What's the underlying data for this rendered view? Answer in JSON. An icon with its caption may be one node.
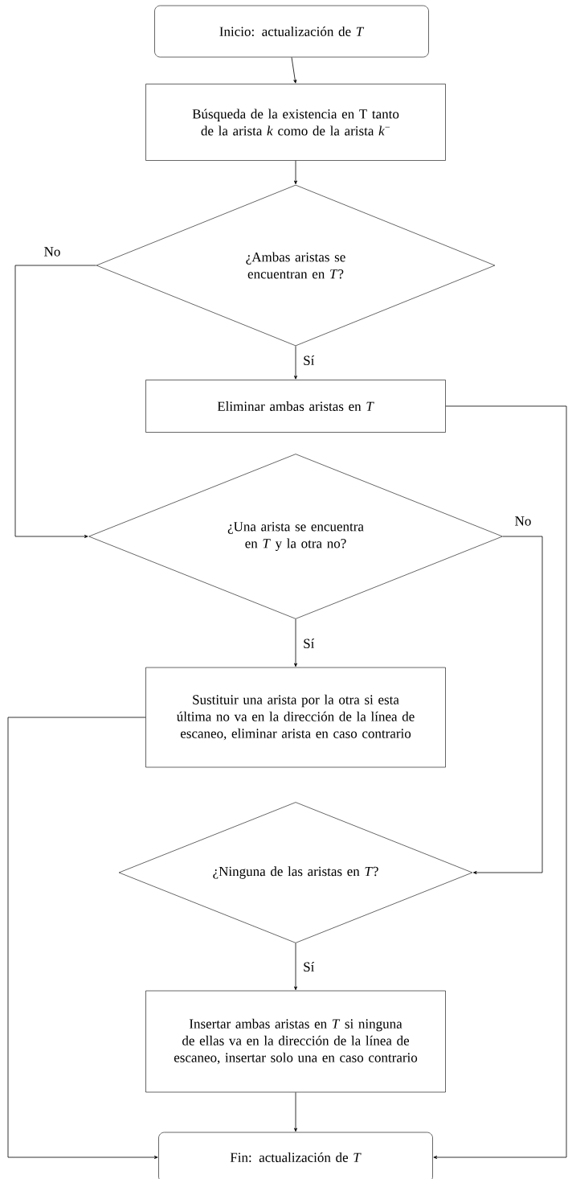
{
  "diagram": {
    "nodes": [
      {
        "text": [
          "Inicio: actualización de *T*"
        ]
      },
      {
        "text": [
          "Búsqueda de la existencia en T tanto de la arista *k* como de la arista *k*$^{−}$"
        ]
      },
      {
        "text": [
          "¿Ambas aristas se encuentran en *T*?"
        ]
      },
      {
        "text": [
          "Eliminar ambas aristas en *T*"
        ]
      },
      {
        "text": [
          "¿Una arista se encuentra en *T* y la otra no?"
        ]
      },
      {
        "text": [
          "Sustituir una arista por la otra si esta última no va en la dirección de la línea de escaneo, eliminar arista en caso contrario"
        ]
      },
      {
        "text": [
          "¿Ninguna de las aristas en *T*?"
        ]
      },
      {
        "text": [
          "Insertar ambas aristas en *T* si ninguna de ellas va en la dirección de la línea de escaneo, insertar solo una en caso contrario"
        ]
      },
      {
        "text": [
          "Fin: actualización de *T*"
        ]
      }
    ],
    "edges": [
      {
        "from": 0,
        "to": 1,
        "arrow": "to"
      },
      {
        "from": 1,
        "to": 2,
        "arrow": "to"
      },
      {
        "from": 2,
        "to": 3,
        "arrow": "to",
        "label": "Sí"
      },
      {
        "from": 2,
        "to": 4,
        "arrow": "to",
        "label": "No"
      },
      {
        "from": 3,
        "to": 8,
        "arrow": "to"
      },
      {
        "from": 4,
        "to": 5,
        "arrow": "to",
        "label": "Sí"
      },
      {
        "from": 4,
        "to": 6,
        "arrow": "to",
        "label": "No"
      },
      {
        "from": 5,
        "to": 8,
        "arrow": "to"
      },
      {
        "from": 6,
        "to": 7,
        "arrow": "to",
        "label": "Sí"
      },
      {
        "from": 7,
        "to": 8,
        "arrow": "to"
      }
    ]
  }
}
